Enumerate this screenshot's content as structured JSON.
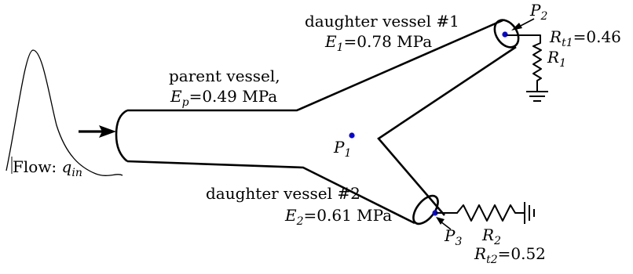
{
  "flow": {
    "label": "Flow: ",
    "sym": "q",
    "sub": "in"
  },
  "parent": {
    "line1": "parent vessel,",
    "E": "E",
    "Esub": "p",
    "Eval": "=0.49 MPa"
  },
  "d1": {
    "line1": "daughter vessel #1",
    "E": "E",
    "Esub": "1",
    "Eval": "=0.78 MPa"
  },
  "d2": {
    "line1": "daughter vessel #2",
    "E": "E",
    "Esub": "2",
    "Eval": "=0.61 MPa"
  },
  "points": {
    "p1": {
      "sym": "P",
      "sub": "1"
    },
    "p2": {
      "sym": "P",
      "sub": "2"
    },
    "p3": {
      "sym": "P",
      "sub": "3"
    }
  },
  "resistors": {
    "r1": {
      "sym": "R",
      "sub": "1"
    },
    "r2": {
      "sym": "R",
      "sub": "2"
    },
    "rt1": {
      "sym": "R",
      "sub": "t1",
      "val": "=0.46"
    },
    "rt2": {
      "sym": "R",
      "sub": "t2",
      "val": "=0.52"
    }
  },
  "colors": {
    "point": "#0000ee",
    "stroke": "#000000"
  }
}
